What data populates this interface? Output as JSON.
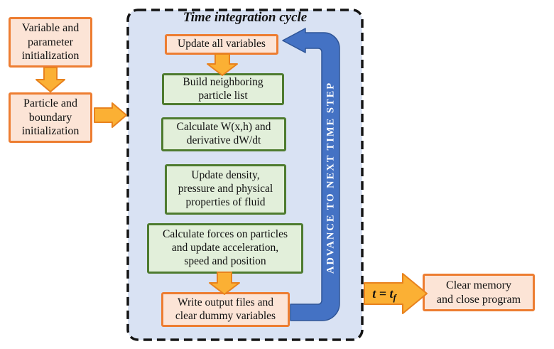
{
  "diagram": {
    "title": "Time integration cycle",
    "init_boxes": [
      {
        "label": "Variable and\nparameter\ninitialization"
      },
      {
        "label": "Particle and\nboundary\ninitialization"
      }
    ],
    "cycle_steps": [
      {
        "label": "Update all variables",
        "style": "orange"
      },
      {
        "label": "Build neighboring\nparticle list",
        "style": "green"
      },
      {
        "label": "Calculate W(x,h) and\nderivative dW/dt",
        "style": "green"
      },
      {
        "label": "Update density,\npressure and physical\nproperties of fluid",
        "style": "green"
      },
      {
        "label": "Calculate forces on particles\nand update acceleration,\nspeed and position",
        "style": "green"
      },
      {
        "label": "Write output files and\nclear dummy variables",
        "style": "orange"
      }
    ],
    "loop_arrow_label": "ADVANCE TO NEXT TIME STEP",
    "exit_condition": {
      "main": "t = t",
      "sub": "f"
    },
    "end_box": {
      "label": "Clear memory\nand close program"
    },
    "colors": {
      "container_fill": "#d9e2f3",
      "orange_border": "#ED7D31",
      "orange_fill": "#FCE4D6",
      "green_border": "#4E7B2F",
      "green_fill": "#E2EFDA",
      "gold_arrow": "#FBB034",
      "gold_arrow_stroke": "#E8821E",
      "loop_blue": "#4472C4",
      "loop_blue_dark": "#2F5597"
    }
  }
}
